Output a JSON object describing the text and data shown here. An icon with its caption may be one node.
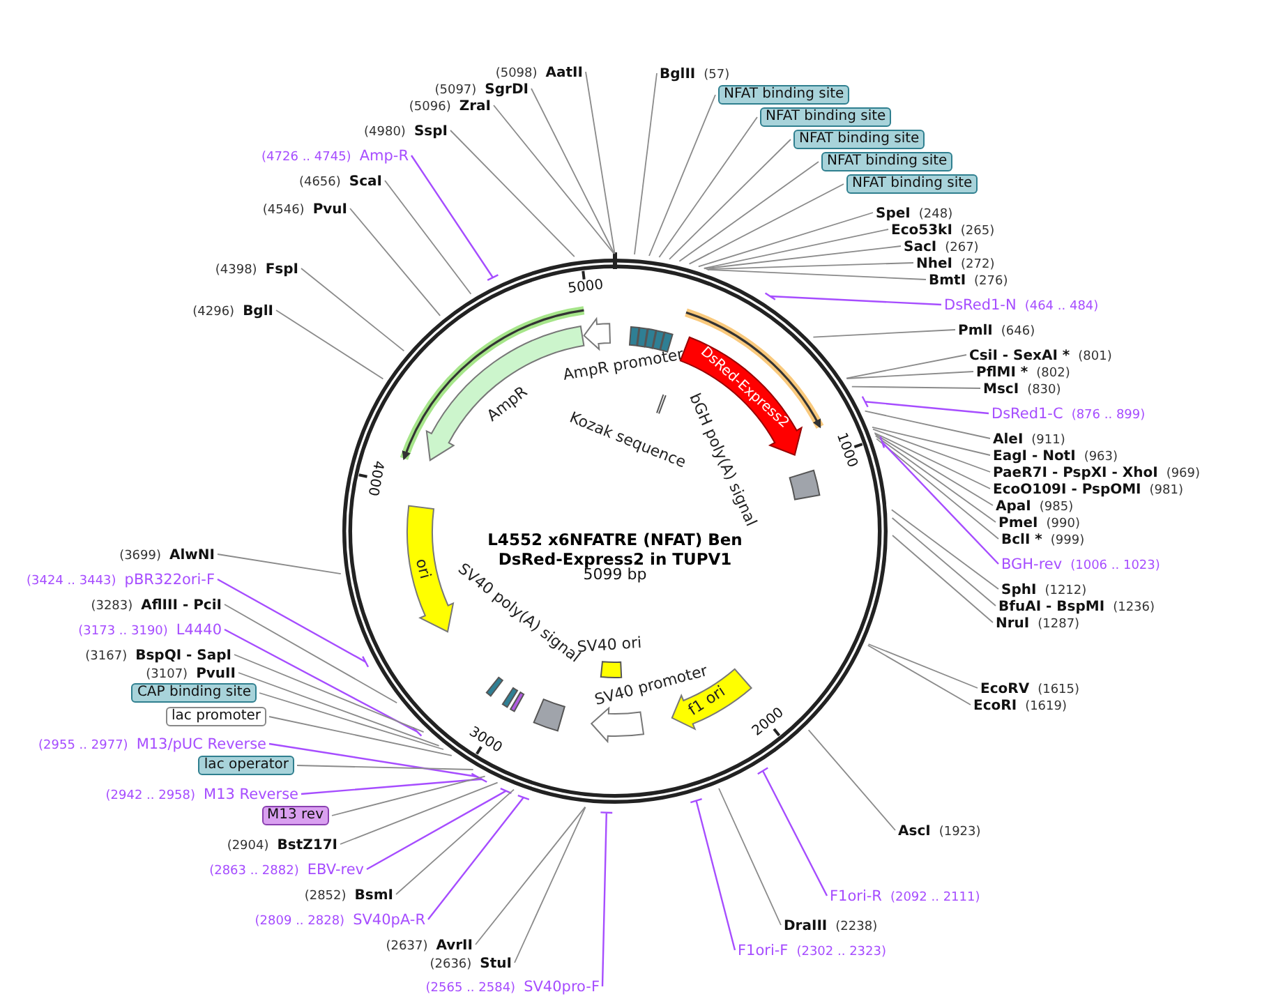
{
  "diagram": {
    "title": "L4552 x6NFATRE (NFAT) Ben DsRed-Express2 in TUPV1",
    "nodes": [
      {
        "text": [
          "(5098)",
          "AatII"
        ]
      },
      {
        "text": [
          "(5097)",
          "SgrDI"
        ]
      },
      {
        "text": [
          "(5096)",
          "ZraI"
        ]
      },
      {
        "text": [
          "(4980)",
          "SspI"
        ]
      },
      {
        "text": [
          "(4726 .. 4745)",
          "Amp-R"
        ]
      },
      {
        "text": [
          "(4656)",
          "ScaI"
        ]
      },
      {
        "text": [
          "(4546)",
          "PvuI"
        ]
      },
      {
        "text": [
          "(4398)",
          "FspI"
        ]
      },
      {
        "text": [
          "(4296)",
          "BglI"
        ]
      },
      {
        "text": [
          "(3699)",
          "AlwNI"
        ]
      },
      {
        "text": [
          "(3424 .. 3443)",
          "pBR322ori-F"
        ]
      },
      {
        "text": [
          "(3283)",
          "AflIII - PciI"
        ]
      },
      {
        "text": [
          "(3173 .. 3190)",
          "L4440"
        ]
      },
      {
        "text": [
          "(3167)",
          "BspQI - SapI"
        ]
      },
      {
        "text": [
          "(3107)",
          "PvuII"
        ]
      },
      {
        "text": [
          "CAP binding site"
        ]
      },
      {
        "text": [
          "lac promoter"
        ]
      },
      {
        "text": [
          "(2955 .. 2977)",
          "M13/pUC Reverse"
        ]
      },
      {
        "text": [
          "lac operator"
        ]
      },
      {
        "text": [
          "(2942 .. 2958)",
          "M13 Reverse"
        ]
      },
      {
        "text": [
          "M13 rev"
        ]
      },
      {
        "text": [
          "(2904)",
          "BstZ17I"
        ]
      },
      {
        "text": [
          "(2863 .. 2882)",
          "EBV-rev"
        ]
      },
      {
        "text": [
          "(2852)",
          "BsmI"
        ]
      },
      {
        "text": [
          "(2809 .. 2828)",
          "SV40pA-R"
        ]
      },
      {
        "text": [
          "(2637)",
          "AvrII"
        ]
      },
      {
        "text": [
          "(2636)",
          "StuI"
        ]
      },
      {
        "text": [
          "(2565 .. 2584)",
          "SV40pro-F"
        ]
      },
      {
        "text": [
          "BglII",
          "(57)"
        ]
      },
      {
        "text": [
          "NFAT binding site"
        ]
      },
      {
        "text": [
          "NFAT binding site"
        ]
      },
      {
        "text": [
          "NFAT binding site"
        ]
      },
      {
        "text": [
          "NFAT binding site"
        ]
      },
      {
        "text": [
          "NFAT binding site"
        ]
      },
      {
        "text": [
          "SpeI",
          "(248)"
        ]
      },
      {
        "text": [
          "Eco53kI",
          "(265)"
        ]
      },
      {
        "text": [
          "SacI",
          "(267)"
        ]
      },
      {
        "text": [
          "NheI",
          "(272)"
        ]
      },
      {
        "text": [
          "BmtI",
          "(276)"
        ]
      },
      {
        "text": [
          "DsRed1-N",
          "(464 .. 484)"
        ]
      },
      {
        "text": [
          "PmlI",
          "(646)"
        ]
      },
      {
        "text": [
          "CsiI - SexAI *",
          "(801)"
        ]
      },
      {
        "text": [
          "PflMI *",
          "(802)"
        ]
      },
      {
        "text": [
          "MscI",
          "(830)"
        ]
      },
      {
        "text": [
          "DsRed1-C",
          "(876 .. 899)"
        ]
      },
      {
        "text": [
          "AleI",
          "(911)"
        ]
      },
      {
        "text": [
          "EagI - NotI",
          "(963)"
        ]
      },
      {
        "text": [
          "PaeR7I - PspXI - XhoI",
          "(969)"
        ]
      },
      {
        "text": [
          "EcoO109I - PspOMI",
          "(981)"
        ]
      },
      {
        "text": [
          "ApaI",
          "(985)"
        ]
      },
      {
        "text": [
          "PmeI",
          "(990)"
        ]
      },
      {
        "text": [
          "BclI *",
          "(999)"
        ]
      },
      {
        "text": [
          "BGH-rev",
          "(1006 .. 1023)"
        ]
      },
      {
        "text": [
          "SphI",
          "(1212)"
        ]
      },
      {
        "text": [
          "BfuAI - BspMI",
          "(1236)"
        ]
      },
      {
        "text": [
          "NruI",
          "(1287)"
        ]
      },
      {
        "text": [
          "EcoRV",
          "(1615)"
        ]
      },
      {
        "text": [
          "EcoRI",
          "(1619)"
        ]
      },
      {
        "text": [
          "AscI",
          "(1923)"
        ]
      },
      {
        "text": [
          "F1ori-R",
          "(2092 .. 2111)"
        ]
      },
      {
        "text": [
          "DraIII",
          "(2238)"
        ]
      },
      {
        "text": [
          "F1ori-F",
          "(2302 .. 2323)"
        ]
      },
      {
        "text": [
          "AmpR promoter"
        ]
      },
      {
        "text": [
          "AmpR"
        ]
      },
      {
        "text": [],
        "shape": "box"
      },
      {
        "text": [],
        "shape": "box"
      },
      {
        "text": [],
        "shape": "box"
      },
      {
        "text": [],
        "shape": "box"
      },
      {
        "text": [],
        "shape": "box"
      },
      {
        "text": [
          "Kozak sequence"
        ]
      },
      {
        "text": [
          "DsRed-Express2"
        ]
      },
      {
        "text": [
          "bGH poly(A) signal"
        ]
      },
      {
        "text": [
          "ori"
        ]
      },
      {
        "text": [
          "SV40 poly(A) signal"
        ]
      },
      {
        "text": [
          "SV40 ori"
        ]
      },
      {
        "text": [
          "SV40 promoter"
        ]
      },
      {
        "text": [
          "f1 ori"
        ]
      },
      {
        "text": [],
        "shape": "box"
      },
      {
        "text": [],
        "shape": "box"
      },
      {
        "text": [],
        "shape": "box"
      }
    ],
    "edges": [
      {
        "from": 0,
        "to": null,
        "arrow": "none"
      },
      {
        "from": 1,
        "to": null,
        "arrow": "none"
      },
      {
        "from": 2,
        "to": null,
        "arrow": "none"
      },
      {
        "from": 3,
        "to": null,
        "arrow": "none"
      },
      {
        "from": 4,
        "to": null,
        "arrow": "none",
        "color": "#a64dff"
      },
      {
        "from": 5,
        "to": null,
        "arrow": "none"
      },
      {
        "from": 6,
        "to": null,
        "arrow": "none"
      },
      {
        "from": 7,
        "to": null,
        "arrow": "none"
      },
      {
        "from": 8,
        "to": null,
        "arrow": "none"
      },
      {
        "from": 9,
        "to": null,
        "arrow": "none"
      },
      {
        "from": 10,
        "to": null,
        "arrow": "none",
        "color": "#a64dff"
      },
      {
        "from": 11,
        "to": null,
        "arrow": "none"
      },
      {
        "from": 12,
        "to": null,
        "arrow": "none",
        "color": "#a64dff"
      },
      {
        "from": 13,
        "to": null,
        "arrow": "none"
      },
      {
        "from": 14,
        "to": null,
        "arrow": "none"
      },
      {
        "from": 15,
        "to": null,
        "arrow": "none"
      },
      {
        "from": 16,
        "to": null,
        "arrow": "none"
      },
      {
        "from": 17,
        "to": null,
        "arrow": "none",
        "color": "#a64dff"
      },
      {
        "from": 18,
        "to": null,
        "arrow": "none"
      },
      {
        "from": 19,
        "to": null,
        "arrow": "none",
        "color": "#a64dff"
      },
      {
        "from": 20,
        "to": null,
        "arrow": "none"
      },
      {
        "from": 21,
        "to": null,
        "arrow": "none"
      },
      {
        "from": 22,
        "to": null,
        "arrow": "none",
        "color": "#a64dff"
      },
      {
        "from": 23,
        "to": null,
        "arrow": "none"
      },
      {
        "from": 24,
        "to": null,
        "arrow": "none",
        "color": "#a64dff"
      },
      {
        "from": 25,
        "to": null,
        "arrow": "none"
      },
      {
        "from": 26,
        "to": null,
        "arrow": "none"
      },
      {
        "from": 27,
        "to": null,
        "arrow": "none",
        "color": "#a64dff"
      },
      {
        "from": 28,
        "to": null,
        "arrow": "none"
      },
      {
        "from": 29,
        "to": null,
        "arrow": "none"
      },
      {
        "from": 30,
        "to": null,
        "arrow": "none"
      },
      {
        "from": 31,
        "to": null,
        "arrow": "none"
      },
      {
        "from": 32,
        "to": null,
        "arrow": "none"
      },
      {
        "from": 33,
        "to": null,
        "arrow": "none"
      },
      {
        "from": 34,
        "to": null,
        "arrow": "none"
      },
      {
        "from": 35,
        "to": null,
        "arrow": "none"
      },
      {
        "from": 36,
        "to": null,
        "arrow": "none"
      },
      {
        "from": 37,
        "to": null,
        "arrow": "none"
      },
      {
        "from": 38,
        "to": null,
        "arrow": "none"
      },
      {
        "from": 39,
        "to": null,
        "arrow": "none",
        "color": "#a64dff"
      },
      {
        "from": 40,
        "to": null,
        "arrow": "none"
      },
      {
        "from": 41,
        "to": null,
        "arrow": "none"
      },
      {
        "from": 42,
        "to": null,
        "arrow": "none"
      },
      {
        "from": 43,
        "to": null,
        "arrow": "none"
      },
      {
        "from": 44,
        "to": null,
        "arrow": "none",
        "color": "#a64dff"
      },
      {
        "from": 45,
        "to": null,
        "arrow": "none"
      },
      {
        "from": 46,
        "to": null,
        "arrow": "none"
      },
      {
        "from": 47,
        "to": null,
        "arrow": "none"
      },
      {
        "from": 48,
        "to": null,
        "arrow": "none"
      },
      {
        "from": 49,
        "to": null,
        "arrow": "none"
      },
      {
        "from": 50,
        "to": null,
        "arrow": "none"
      },
      {
        "from": 51,
        "to": null,
        "arrow": "none"
      },
      {
        "from": 52,
        "to": null,
        "arrow": "none",
        "color": "#a64dff"
      },
      {
        "from": 53,
        "to": null,
        "arrow": "none"
      },
      {
        "from": 54,
        "to": null,
        "arrow": "none"
      },
      {
        "from": 55,
        "to": null,
        "arrow": "none"
      },
      {
        "from": 56,
        "to": null,
        "arrow": "none"
      },
      {
        "from": 57,
        "to": null,
        "arrow": "none"
      },
      {
        "from": 58,
        "to": null,
        "arrow": "none"
      },
      {
        "from": 59,
        "to": null,
        "arrow": "none",
        "color": "#a64dff"
      },
      {
        "from": 60,
        "to": null,
        "arrow": "none"
      },
      {
        "from": 61,
        "to": null,
        "arrow": "none",
        "color": "#a64dff"
      }
    ],
    "labels": [
      "5000",
      "1000",
      "4000",
      "5099 bp",
      "2000",
      "3000"
    ]
  }
}
